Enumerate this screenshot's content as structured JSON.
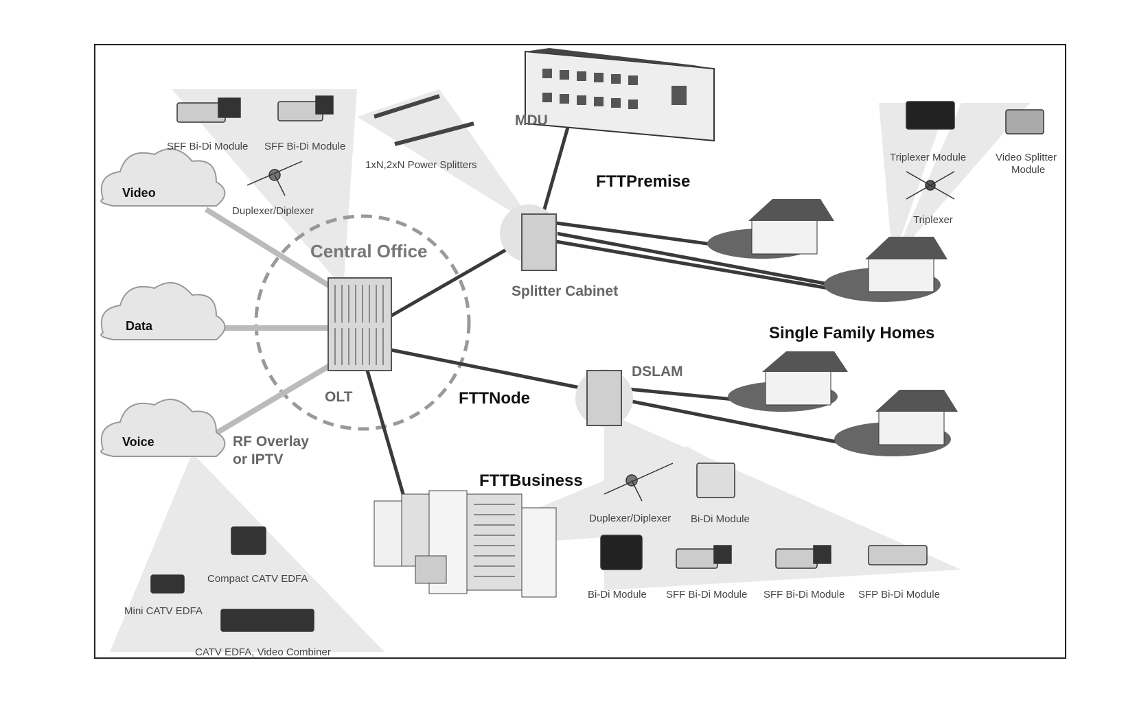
{
  "labels": {
    "video": "Video",
    "data": "Data",
    "voice": "Voice",
    "central_office": "Central Office",
    "olt": "OLT",
    "rf_overlay_1": "RF Overlay",
    "rf_overlay_2": "or IPTV",
    "mdu": "MDU",
    "fttpremise": "FTTPremise",
    "splitter_cabinet": "Splitter Cabinet",
    "single_family_homes": "Single Family Homes",
    "dslam": "DSLAM",
    "fttnode": "FTTNode",
    "fttbusiness": "FTTBusiness"
  },
  "components": {
    "sff_bidi_1": "SFF Bi-Di Module",
    "sff_bidi_2": "SFF Bi-Di Module",
    "duplexer_top": "Duplexer/Diplexer",
    "power_splitters": "1xN,2xN Power Splitters",
    "triplexer_module": "Triplexer Module",
    "video_splitter_1": "Video Splitter",
    "video_splitter_2": "Module",
    "triplexer": "Triplexer",
    "duplexer_bottom": "Duplexer/Diplexer",
    "bidi_module_1": "Bi-Di Module",
    "bidi_module_2": "Bi-Di Module",
    "sff_bidi_3": "SFF Bi-Di Module",
    "sff_bidi_4": "SFF Bi-Di Module",
    "sfp_bidi": "SFP Bi-Di Module",
    "compact_catv_edfa": "Compact CATV EDFA",
    "mini_catv_edfa": "Mini CATV EDFA",
    "catv_edfa_combiner": "CATV EDFA, Video Combiner"
  }
}
